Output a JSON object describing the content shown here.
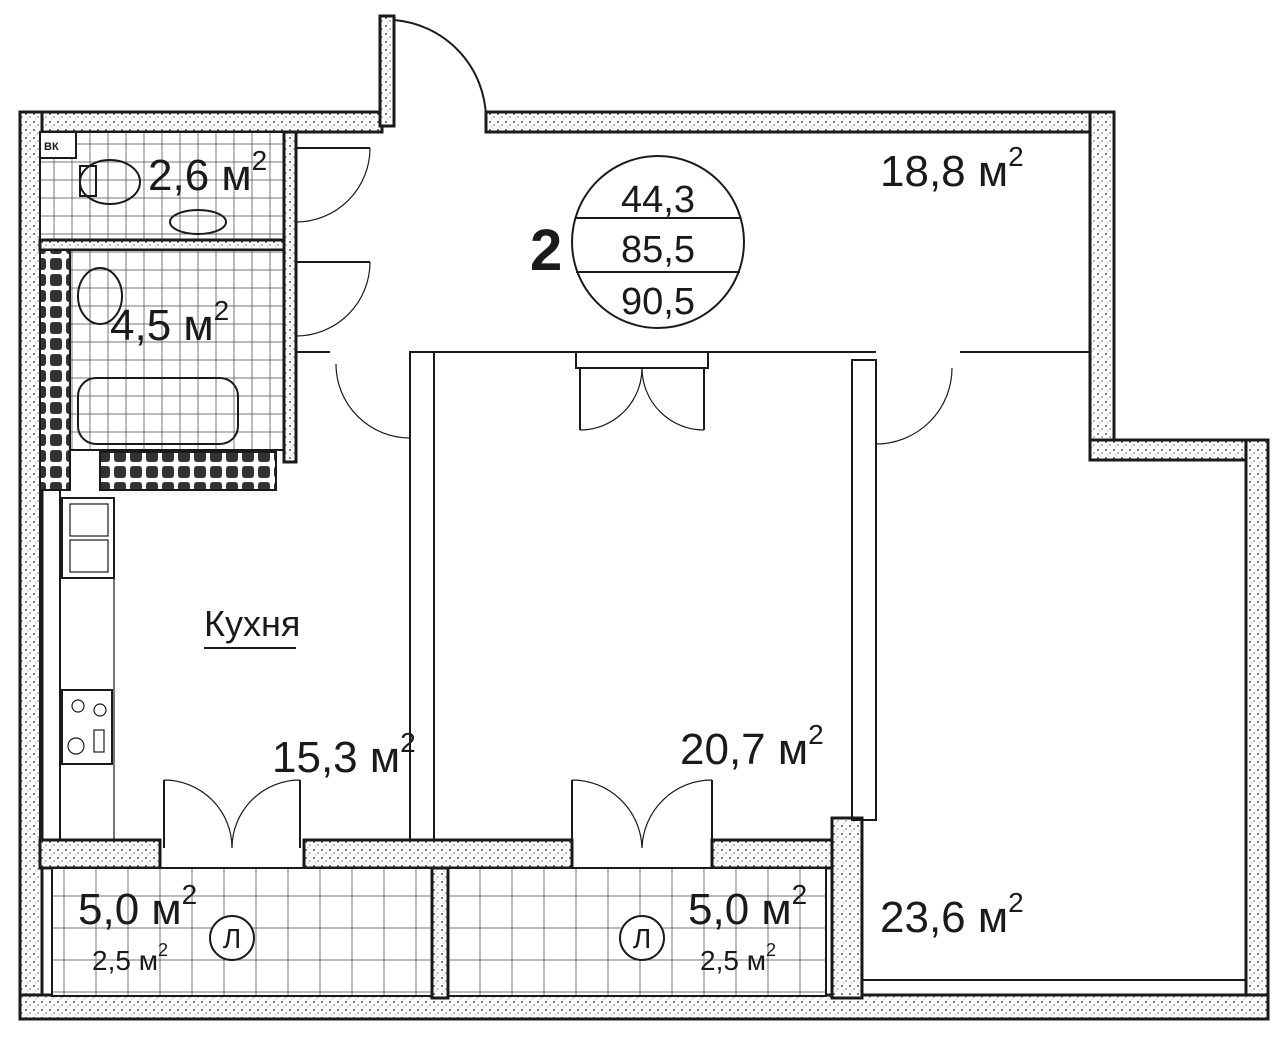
{
  "apartment": {
    "room_count": "2",
    "living_area": "44,3",
    "total_area": "85,5",
    "total_with_balconies": "90,5"
  },
  "rooms": {
    "wc": "2,6 м",
    "bathroom": "4,5 м",
    "hall": "18,8 м",
    "kitchen_name": "Кухня",
    "kitchen": "15,3 м",
    "bedroom_mid": "20,7 м",
    "bedroom_right": "23,6 м",
    "loggia_left": "5,0 м",
    "loggia_left_reduced": "2,5 м",
    "loggia_right": "5,0 м",
    "loggia_right_reduced": "2,5 м"
  },
  "sup": "2",
  "loggia_mark": "Л",
  "vent_mark": "ВК",
  "colors": {
    "ink": "#1a1a1a",
    "paper": "#ffffff"
  }
}
